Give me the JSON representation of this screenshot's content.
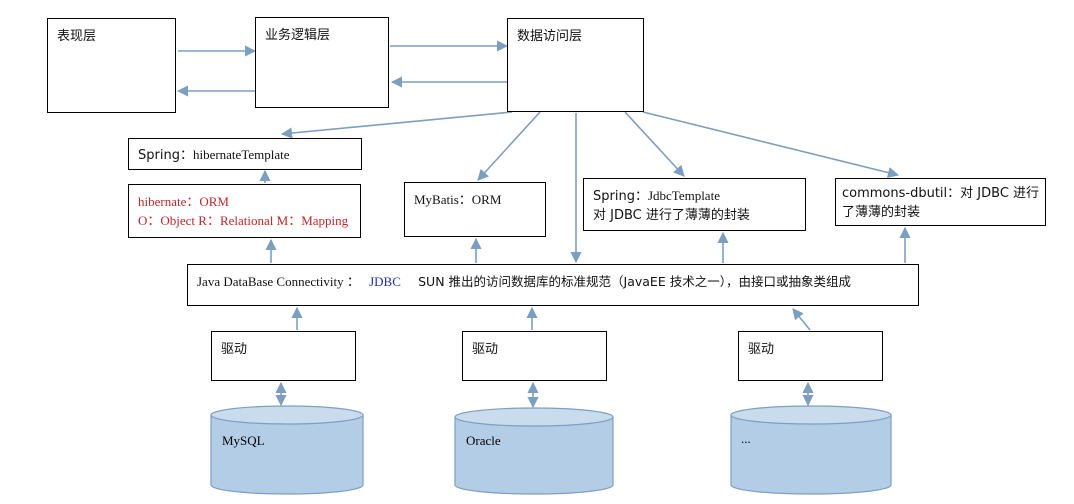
{
  "layers": {
    "presentation": "表现层",
    "business": "业务逻辑层",
    "data_access": "数据访问层"
  },
  "spring_hibernate_template": {
    "prefix": "Spring：",
    "name": "hibernateTemplate"
  },
  "hibernate": {
    "line1": "hibernate：ORM",
    "line2": "O：Object R：Relational M：Mapping"
  },
  "mybatis": {
    "label": "MyBatis：ORM"
  },
  "spring_jdbc_template": {
    "line1_prefix": "Spring：",
    "line1_name": "JdbcTemplate",
    "line2": "对 JDBC 进行了薄薄的封装"
  },
  "commons_dbutil": {
    "line1": "commons-dbutil：对 JDBC 进行",
    "line2": "了薄薄的封装"
  },
  "jdbc": {
    "full_name": "Java DataBase Connectivity  ：",
    "abbr": "JDBC",
    "description": "SUN 推出的访问数据库的标准规范（JavaEE 技术之一），由接口或抽象类组成"
  },
  "drivers": [
    "驱动",
    "驱动",
    "驱动"
  ],
  "databases": [
    "MySQL",
    "Oracle",
    "..."
  ],
  "colors": {
    "arrow": "#7b9ec1",
    "cylinder_fill": "#b3cde6",
    "cylinder_stroke": "#7f9ec0",
    "hibernate_text": "#c0262a",
    "jdbc_abbr": "#1f2fb0"
  }
}
